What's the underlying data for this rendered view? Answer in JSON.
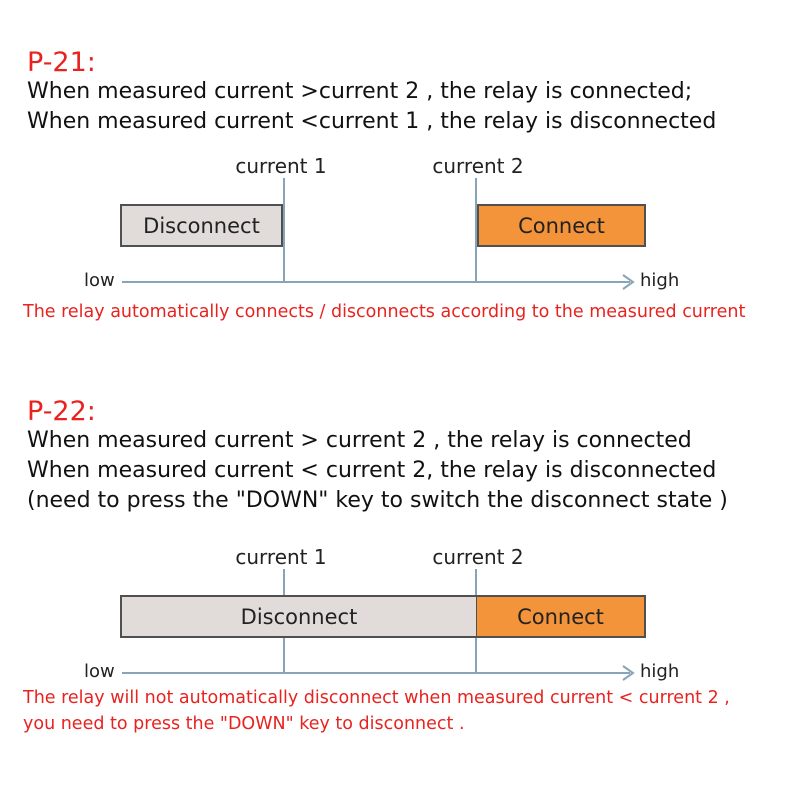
{
  "p21": {
    "heading": "P-21:",
    "lines": [
      "When measured current >current 2 , the relay is connected;",
      "When measured current <current 1 , the relay is disconnected"
    ],
    "diagram": {
      "current1_label": "current 1",
      "current2_label": "current 2",
      "disconnect_label": "Disconnect",
      "connect_label": "Connect",
      "low_label": "low",
      "high_label": "high"
    },
    "note": "The relay automatically connects / disconnects according to the measured current"
  },
  "p22": {
    "heading": "P-22:",
    "lines": [
      "When measured current > current 2 , the relay is connected",
      "When measured current < current 2, the relay is disconnected",
      "(need to press the \"DOWN\" key to switch the disconnect state )"
    ],
    "diagram": {
      "current1_label": "current 1",
      "current2_label": "current 2",
      "disconnect_label": "Disconnect",
      "connect_label": "Connect",
      "low_label": "low",
      "high_label": "high"
    },
    "note_lines": [
      "The relay will not automatically disconnect when measured current < current 2 ,",
      "you need to press the \"DOWN\" key to disconnect  ."
    ]
  },
  "colors": {
    "heading_red": "#e8231f",
    "connect_orange": "#f3933a",
    "disconnect_gray": "#e1dcd9",
    "axis_blue": "#88a4b8"
  }
}
